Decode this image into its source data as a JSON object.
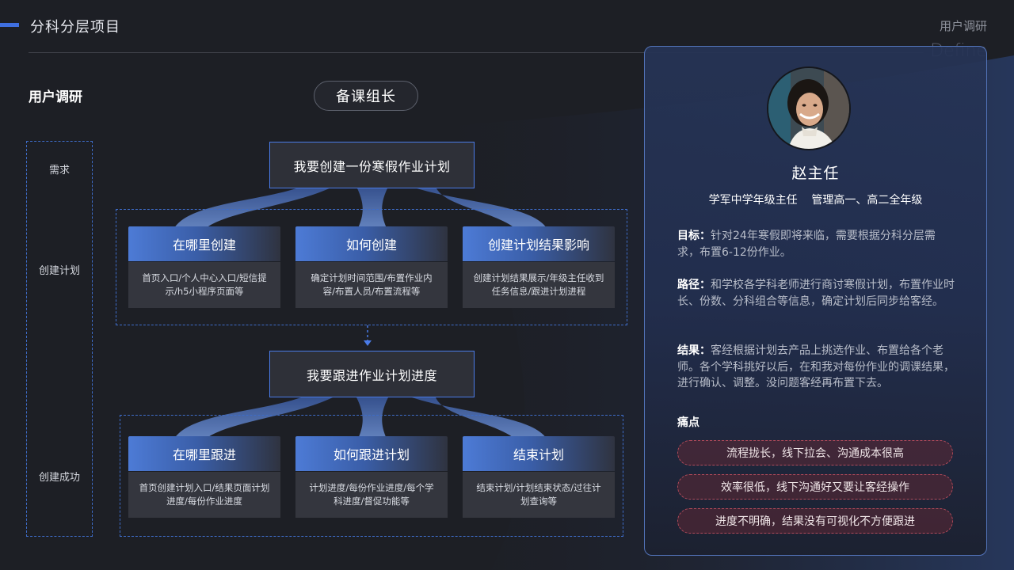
{
  "header": {
    "project_title": "分科分层项目",
    "section_cn": "用户调研",
    "section_en": "Define"
  },
  "section_title": "用户调研",
  "role": "备课组长",
  "stages": [
    "需求",
    "创建计划",
    "创建成功"
  ],
  "flow": {
    "need_1": "我要创建一份寒假作业计划",
    "group_1": [
      {
        "title": "在哪里创建",
        "desc": "首页入口/个人中心入口/短信提示/h5小程序页面等"
      },
      {
        "title": "如何创建",
        "desc": "确定计划时间范围/布置作业内容/布置人员/布置流程等"
      },
      {
        "title": "创建计划结果影响",
        "desc": "创建计划结果展示/年级主任收到任务信息/跟进计划进程"
      }
    ],
    "need_2": "我要跟进作业计划进度",
    "group_2": [
      {
        "title": "在哪里跟进",
        "desc": "首页创建计划入口/结果页面计划进度/每份作业进度"
      },
      {
        "title": "如何跟进计划",
        "desc": "计划进度/每份作业进度/每个学科进度/督促功能等"
      },
      {
        "title": "结束计划",
        "desc": "结束计划/计划结束状态/过往计划查询等"
      }
    ]
  },
  "persona": {
    "name": "赵主任",
    "role_line": "学军中学年级主任    管理高一、高二全年级",
    "goal_label": "目标：",
    "goal_text": "针对24年寒假即将来临，需要根据分科分层需求，布置6-12份作业。",
    "path_label": "路径：",
    "path_text": "和学校各学科老师进行商讨寒假计划，布置作业时长、份数、分科组合等信息，确定计划后同步给客经。",
    "result_label": "结果：",
    "result_text": "客经根据计划去产品上挑选作业、布置给各个老师。各个学科挑好以后，在和我对每份作业的调课结果，进行确认、调整。没问题客经再布置下去。",
    "pain_title": "痛点",
    "pains": [
      "流程拢长，线下拉会、沟通成本很高",
      "效率很低，线下沟通好又要让客经操作",
      "进度不明确，结果没有可视化不方便跟进"
    ]
  },
  "colors": {
    "accent": "#3f6fe0",
    "card_border": "#5273b8",
    "pain": "#b04a5a"
  },
  "icons": {
    "avatar": "person-avatar"
  }
}
